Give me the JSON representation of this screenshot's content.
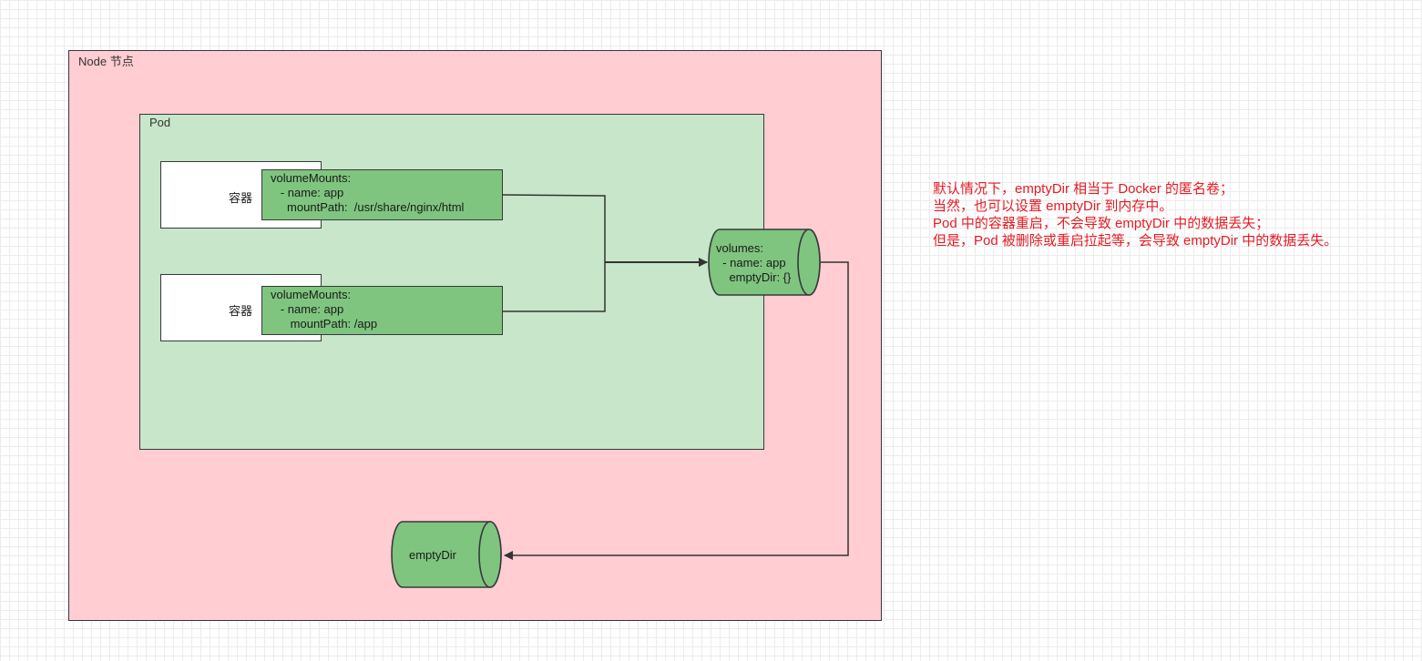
{
  "diagram": {
    "node": {
      "label": "Node 节点",
      "fill": "#ffcdd2"
    },
    "pod": {
      "label": "Pod",
      "fill": "#c8e6c9"
    },
    "containers": [
      {
        "label": "容器",
        "mount_lines": [
          "volumeMounts:",
          "   - name: app",
          "     mountPath:  /usr/share/nginx/html"
        ]
      },
      {
        "label": "容器",
        "mount_lines": [
          "volumeMounts:",
          "   - name: app",
          "      mountPath: /app"
        ]
      }
    ],
    "volumes": {
      "lines": [
        "volumes:",
        "  - name: app",
        "    emptyDir: {}"
      ],
      "fill": "#7fc57f"
    },
    "empty_dir": {
      "label": "emptyDir",
      "fill": "#7fc57f"
    },
    "note": {
      "color": "#e51c23",
      "lines": [
        "默认情况下，emptyDir 相当于 Docker 的匿名卷；",
        "当然，也可以设置 emptyDir 到内存中。",
        "Pod 中的容器重启，不会导致 emptyDir 中的数据丢失；",
        "但是，Pod 被删除或重启拉起等，会导致 emptyDir 中的数据丢失。"
      ]
    }
  }
}
